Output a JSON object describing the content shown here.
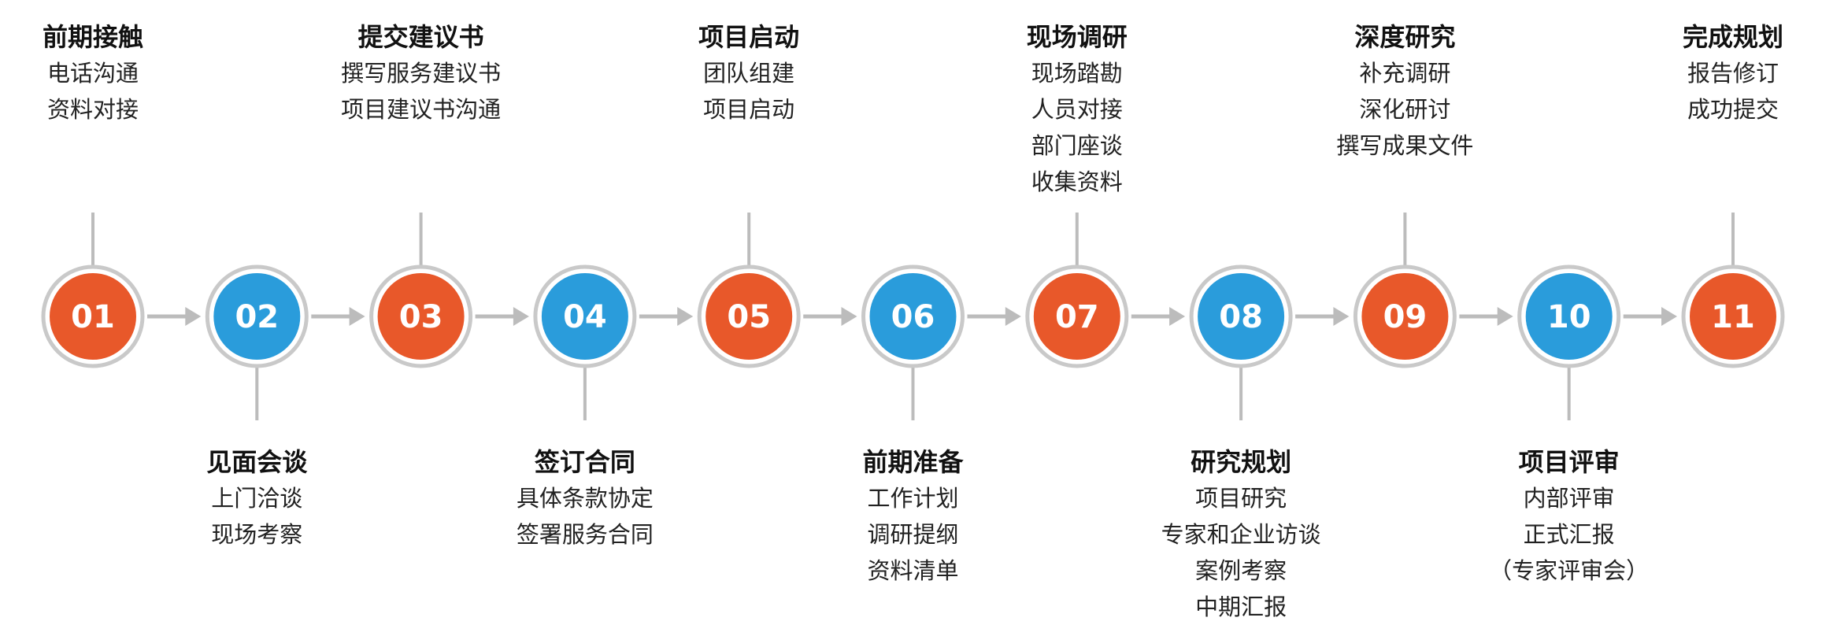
{
  "colors": {
    "orange": "#e8582a",
    "blue": "#2a9cdb",
    "ring": "#c9c9c9",
    "connector": "#bcbcbc",
    "text": "#1a1a1a"
  },
  "steps": [
    {
      "number": "01",
      "title": "前期接触",
      "items": [
        "电话沟通",
        "资料对接"
      ],
      "color": "orange",
      "position": "top"
    },
    {
      "number": "02",
      "title": "见面会谈",
      "items": [
        "上门洽谈",
        "现场考察"
      ],
      "color": "blue",
      "position": "bottom"
    },
    {
      "number": "03",
      "title": "提交建议书",
      "items": [
        "撰写服务建议书",
        "项目建议书沟通"
      ],
      "color": "orange",
      "position": "top"
    },
    {
      "number": "04",
      "title": "签订合同",
      "items": [
        "具体条款协定",
        "签署服务合同"
      ],
      "color": "blue",
      "position": "bottom"
    },
    {
      "number": "05",
      "title": "项目启动",
      "items": [
        "团队组建",
        "项目启动"
      ],
      "color": "orange",
      "position": "top"
    },
    {
      "number": "06",
      "title": "前期准备",
      "items": [
        "工作计划",
        "调研提纲",
        "资料清单"
      ],
      "color": "blue",
      "position": "bottom"
    },
    {
      "number": "07",
      "title": "现场调研",
      "items": [
        "现场踏勘",
        "人员对接",
        "部门座谈",
        "收集资料"
      ],
      "color": "orange",
      "position": "top"
    },
    {
      "number": "08",
      "title": "研究规划",
      "items": [
        "项目研究",
        "专家和企业访谈",
        "案例考察",
        "中期汇报"
      ],
      "color": "blue",
      "position": "bottom"
    },
    {
      "number": "09",
      "title": "深度研究",
      "items": [
        "补充调研",
        "深化研讨",
        "撰写成果文件"
      ],
      "color": "orange",
      "position": "top"
    },
    {
      "number": "10",
      "title": "项目评审",
      "items": [
        "内部评审",
        "正式汇报",
        "（专家评审会）"
      ],
      "color": "blue",
      "position": "bottom"
    },
    {
      "number": "11",
      "title": "完成规划",
      "items": [
        "报告修订",
        "成功提交"
      ],
      "color": "orange",
      "position": "top"
    }
  ]
}
